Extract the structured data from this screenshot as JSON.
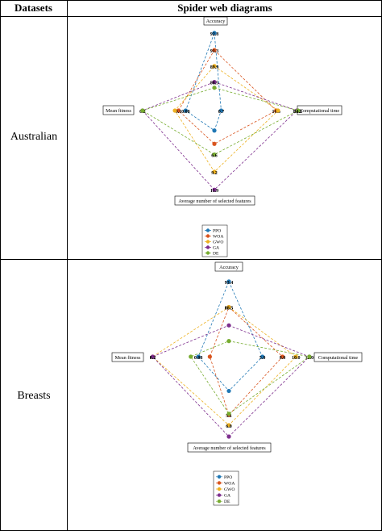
{
  "table": {
    "header_datasets": "Datasets",
    "header_diagrams": "Spider web diagrams",
    "rows": [
      {
        "dataset": "Australian"
      },
      {
        "dataset": "Breasts"
      }
    ]
  },
  "chart_data": [
    {
      "type": "radar",
      "dataset": "Australian",
      "axes": [
        "Accuracy",
        "Computational time",
        "Average number of selected features",
        "Mean fitness"
      ],
      "legend": [
        "PPO",
        "WOA",
        "GWO",
        "GA",
        "DE"
      ],
      "colors": [
        "#1f77b4",
        "#d9541e",
        "#edb120",
        "#7e2f8e",
        "#77ac30"
      ],
      "series": [
        {
          "name": "PPO",
          "values": {
            "accuracy": 92.8,
            "time": 0.7,
            "features": 3.0,
            "fitness": 0.08
          },
          "labels": [
            "92.8",
            "0.7",
            "",
            "0.08"
          ]
        },
        {
          "name": "WOA",
          "values": {
            "accuracy": 91.3,
            "time": 10.5,
            "features": 5.0,
            "fitness": 0.1
          },
          "labels": [
            "91.3",
            "10.5",
            "",
            "0.1"
          ]
        },
        {
          "name": "GWO",
          "values": {
            "accuracy": 89.9,
            "time": 10.8,
            "features": 9.2,
            "fitness": 0.11
          },
          "labels": [
            "89.9",
            "",
            "9.2",
            ""
          ]
        },
        {
          "name": "GA",
          "values": {
            "accuracy": 88.5,
            "time": 14.0,
            "features": 11.9,
            "fitness": 0.2
          },
          "labels": [
            "88.5",
            "14.0",
            "11.9",
            "0.2"
          ]
        },
        {
          "name": "DE",
          "values": {
            "accuracy": 88.0,
            "time": 14.2,
            "features": 6.6,
            "fitness": 0.2
          },
          "labels": [
            "",
            "14.2",
            "6.6",
            ""
          ]
        }
      ]
    },
    {
      "type": "radar",
      "dataset": "Breasts",
      "axes": [
        "Accuracy",
        "Computational time",
        "Average number of selected features",
        "Mean fitness"
      ],
      "legend": [
        "PPO",
        "WOA",
        "GWO",
        "GA",
        "DE"
      ],
      "colors": [
        "#1f77b4",
        "#d9541e",
        "#edb120",
        "#7e2f8e",
        "#77ac30"
      ],
      "series": [
        {
          "name": "PPO",
          "values": {
            "accuracy": 93.4,
            "time": 5.0,
            "features": 3.0,
            "fitness": 0.08
          },
          "labels": [
            "93.4",
            "5.0",
            "",
            "0.08"
          ]
        },
        {
          "name": "WOA",
          "values": {
            "accuracy": 88.5,
            "time": 8.0,
            "features": 5.1,
            "fitness": 0.05
          },
          "labels": [
            "88.5",
            "8.0",
            "5.1",
            ""
          ]
        },
        {
          "name": "GWO",
          "values": {
            "accuracy": 88.5,
            "time": 10.0,
            "features": 6.0,
            "fitness": 0.2
          },
          "labels": [
            "88.5",
            "10.0",
            "6.0",
            "0.2"
          ]
        },
        {
          "name": "GA",
          "values": {
            "accuracy": 85.0,
            "time": 12.0,
            "features": 7.0,
            "fitness": 0.2
          },
          "labels": [
            "",
            "12.0",
            "",
            "0.2"
          ]
        },
        {
          "name": "DE",
          "values": {
            "accuracy": 82.0,
            "time": 12.0,
            "features": 5.0,
            "fitness": 0.1
          },
          "labels": [
            "",
            "",
            "",
            ""
          ]
        }
      ]
    }
  ]
}
